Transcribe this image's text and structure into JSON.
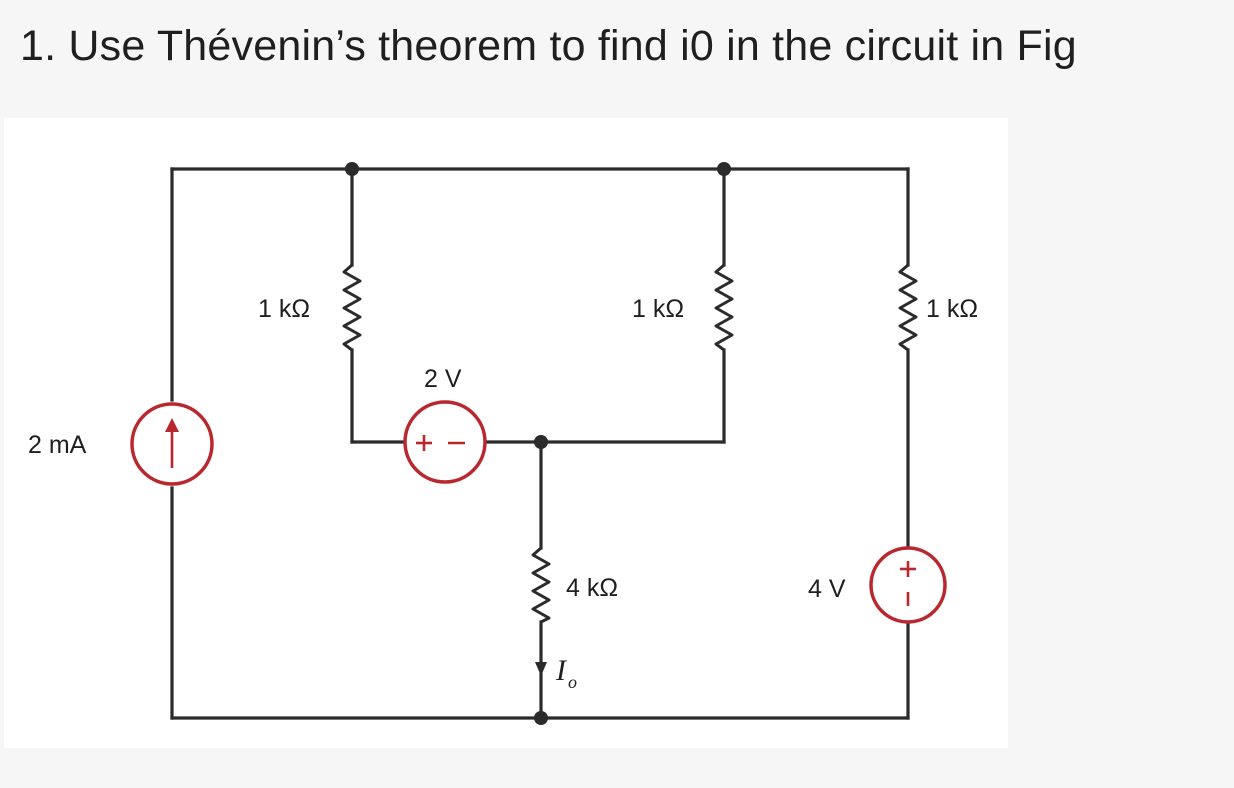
{
  "question": {
    "text": "1. Use Thévenin’s theorem to find i0 in the circuit in Fig"
  },
  "circuit": {
    "labels": {
      "current_source": "2 mA",
      "resistor_left": "1 kΩ",
      "resistor_middle": "1 kΩ",
      "resistor_right": "1 kΩ",
      "resistor_bottom": "4 kΩ",
      "voltage_source_2v": "2 V",
      "voltage_source_4v": "4 V",
      "current_label": "I",
      "current_label_sub": "o"
    },
    "colors": {
      "wire": "#2b2b2b",
      "source": "#b8282f"
    }
  }
}
